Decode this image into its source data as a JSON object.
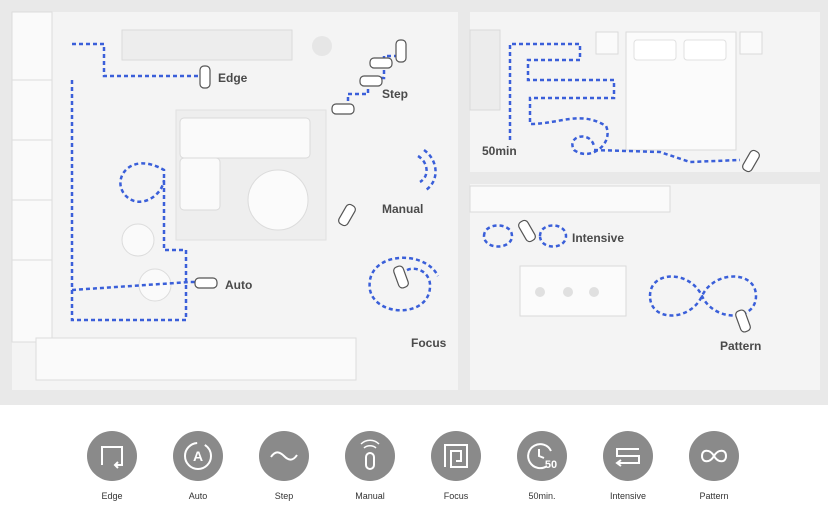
{
  "scene_labels": {
    "edge": "Edge",
    "step": "Step",
    "manual": "Manual",
    "auto": "Auto",
    "focus": "Focus",
    "fifty_min": "50min",
    "intensive": "Intensive",
    "pattern": "Pattern"
  },
  "modes": [
    {
      "label": "Edge",
      "icon": "edge-icon"
    },
    {
      "label": "Auto",
      "icon": "auto-icon"
    },
    {
      "label": "Step",
      "icon": "step-icon"
    },
    {
      "label": "Manual",
      "icon": "remote-icon"
    },
    {
      "label": "Focus",
      "icon": "focus-icon"
    },
    {
      "label": "50min.",
      "icon": "timer-icon"
    },
    {
      "label": "Intensive",
      "icon": "intensive-icon"
    },
    {
      "label": "Pattern",
      "icon": "infinity-icon"
    }
  ],
  "auto_icon_letter": "A",
  "timer_icon_number": "50",
  "colors": {
    "path": "#3a5fd9",
    "icon_bg": "#8a8a8a",
    "floor": "#f2f2f2",
    "wall": "#e4e4e4"
  }
}
